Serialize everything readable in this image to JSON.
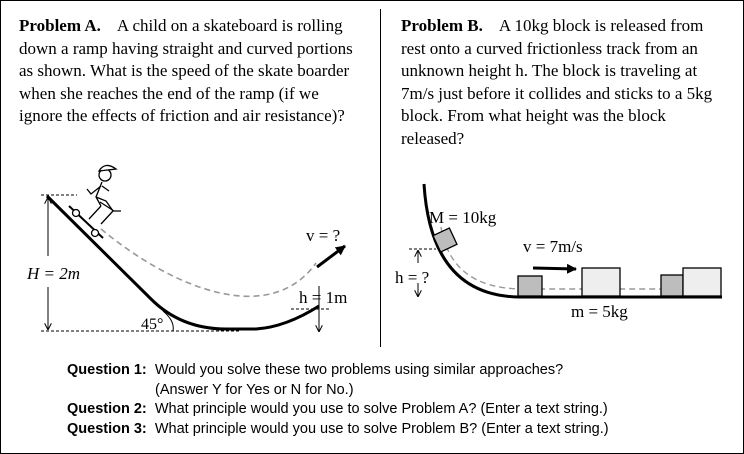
{
  "problem_a": {
    "title": "Problem A.",
    "text": "A child on a skateboard is rolling down a ramp having straight and curved portions as shown.  What is the speed of the skate boarder when she reaches the end of the ramp (if we ignore the effects of friction and air resistance)?"
  },
  "problem_b": {
    "title": "Problem B.",
    "text": "A 10kg block is released from rest onto a curved frictionless track from an unknown height  h.  The block is traveling at 7m/s just before it collides and sticks to a 5kg block.  From what height was the block released?"
  },
  "diagram_a": {
    "label_H": "H = 2m",
    "label_h": "h = 1m",
    "label_v": "v = ?",
    "label_angle": "45°"
  },
  "diagram_b": {
    "label_M": "M = 10kg",
    "label_v": "v = 7m/s",
    "label_h": "h = ?",
    "label_m": "m = 5kg"
  },
  "questions": [
    {
      "label": "Question 1:",
      "text": "Would you solve these two problems using similar approaches?",
      "continuation": "(Answer Y for Yes or N for No.)"
    },
    {
      "label": "Question 2:",
      "text": "What principle would you use to solve Problem A?  (Enter a text string.)"
    },
    {
      "label": "Question 3:",
      "text": "What principle would you use to solve Problem B?  (Enter a text string.)"
    }
  ]
}
